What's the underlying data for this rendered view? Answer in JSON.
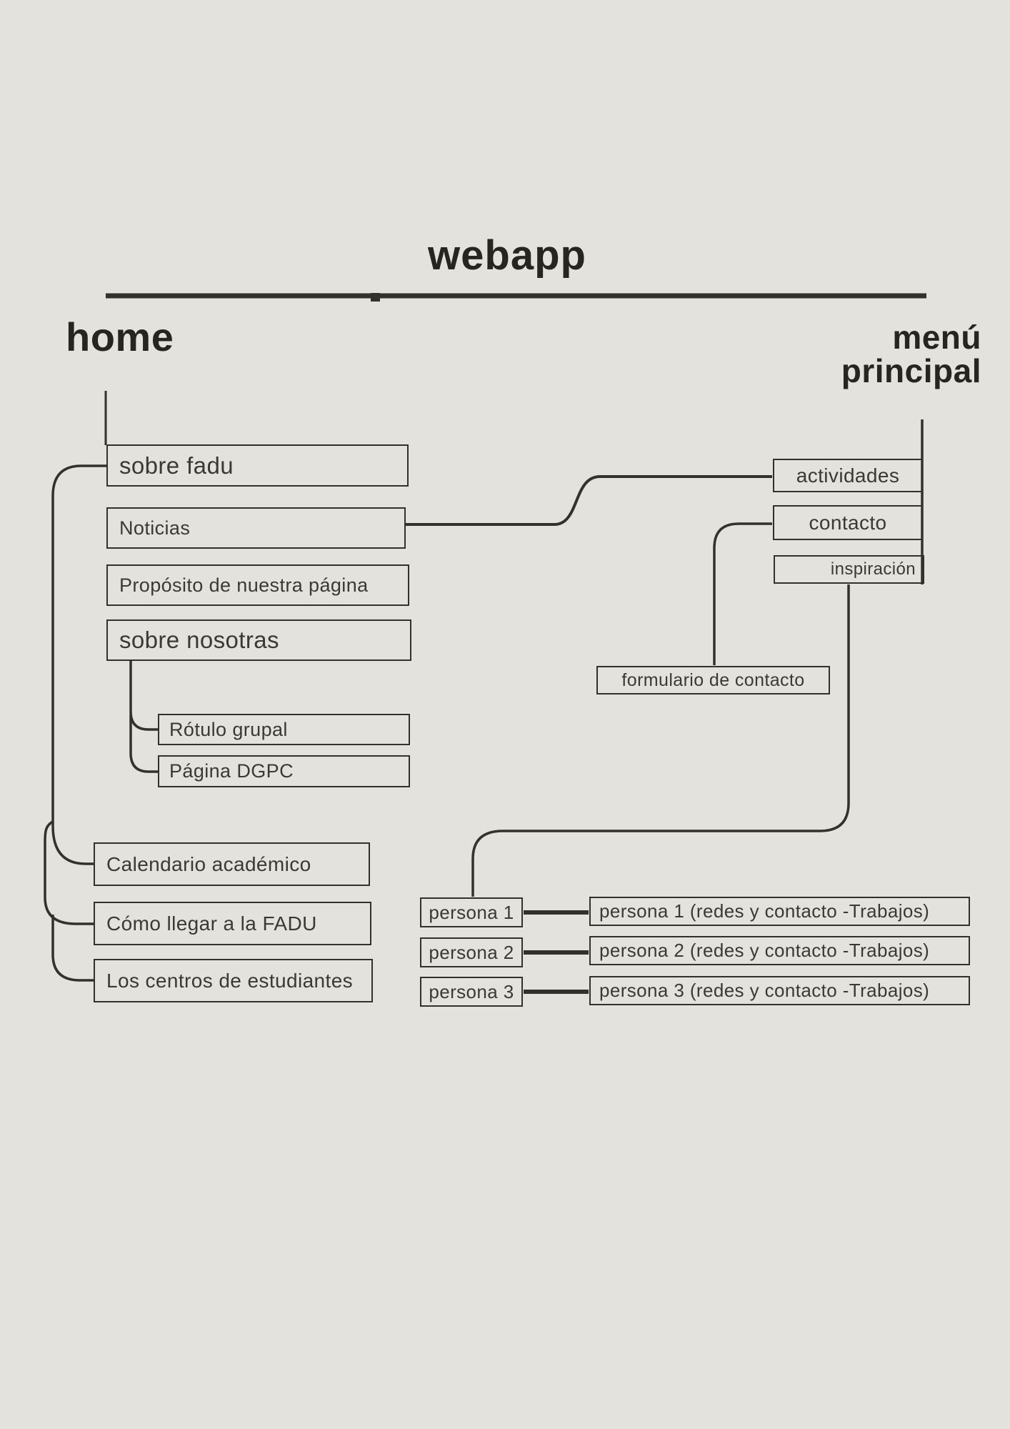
{
  "title": "webapp",
  "colors": {
    "background": "#E4E2DD",
    "stroke": "#33312D",
    "heading_text": "#272522",
    "label_text": "#3B3936"
  },
  "home": {
    "heading": "home",
    "items": [
      "sobre fadu",
      "Noticias",
      "Propósito de nuestra página",
      "sobre nosotras"
    ],
    "sub_items": [
      "Rótulo grupal",
      "Página DGPC"
    ],
    "secondary_items": [
      "Calendario académico",
      "Cómo llegar a la FADU",
      "Los centros de estudiantes"
    ]
  },
  "menu": {
    "heading": "menú principal",
    "items": [
      "actividades",
      "contacto",
      "inspiración"
    ],
    "contact_form": "formulario de contacto"
  },
  "personas": [
    {
      "label": "persona 1",
      "detail": "persona 1 (redes y contacto -Trabajos)"
    },
    {
      "label": "persona 2",
      "detail": "persona 2 (redes y contacto -Trabajos)"
    },
    {
      "label": "persona 3",
      "detail": "persona 3 (redes y contacto -Trabajos)"
    }
  ]
}
